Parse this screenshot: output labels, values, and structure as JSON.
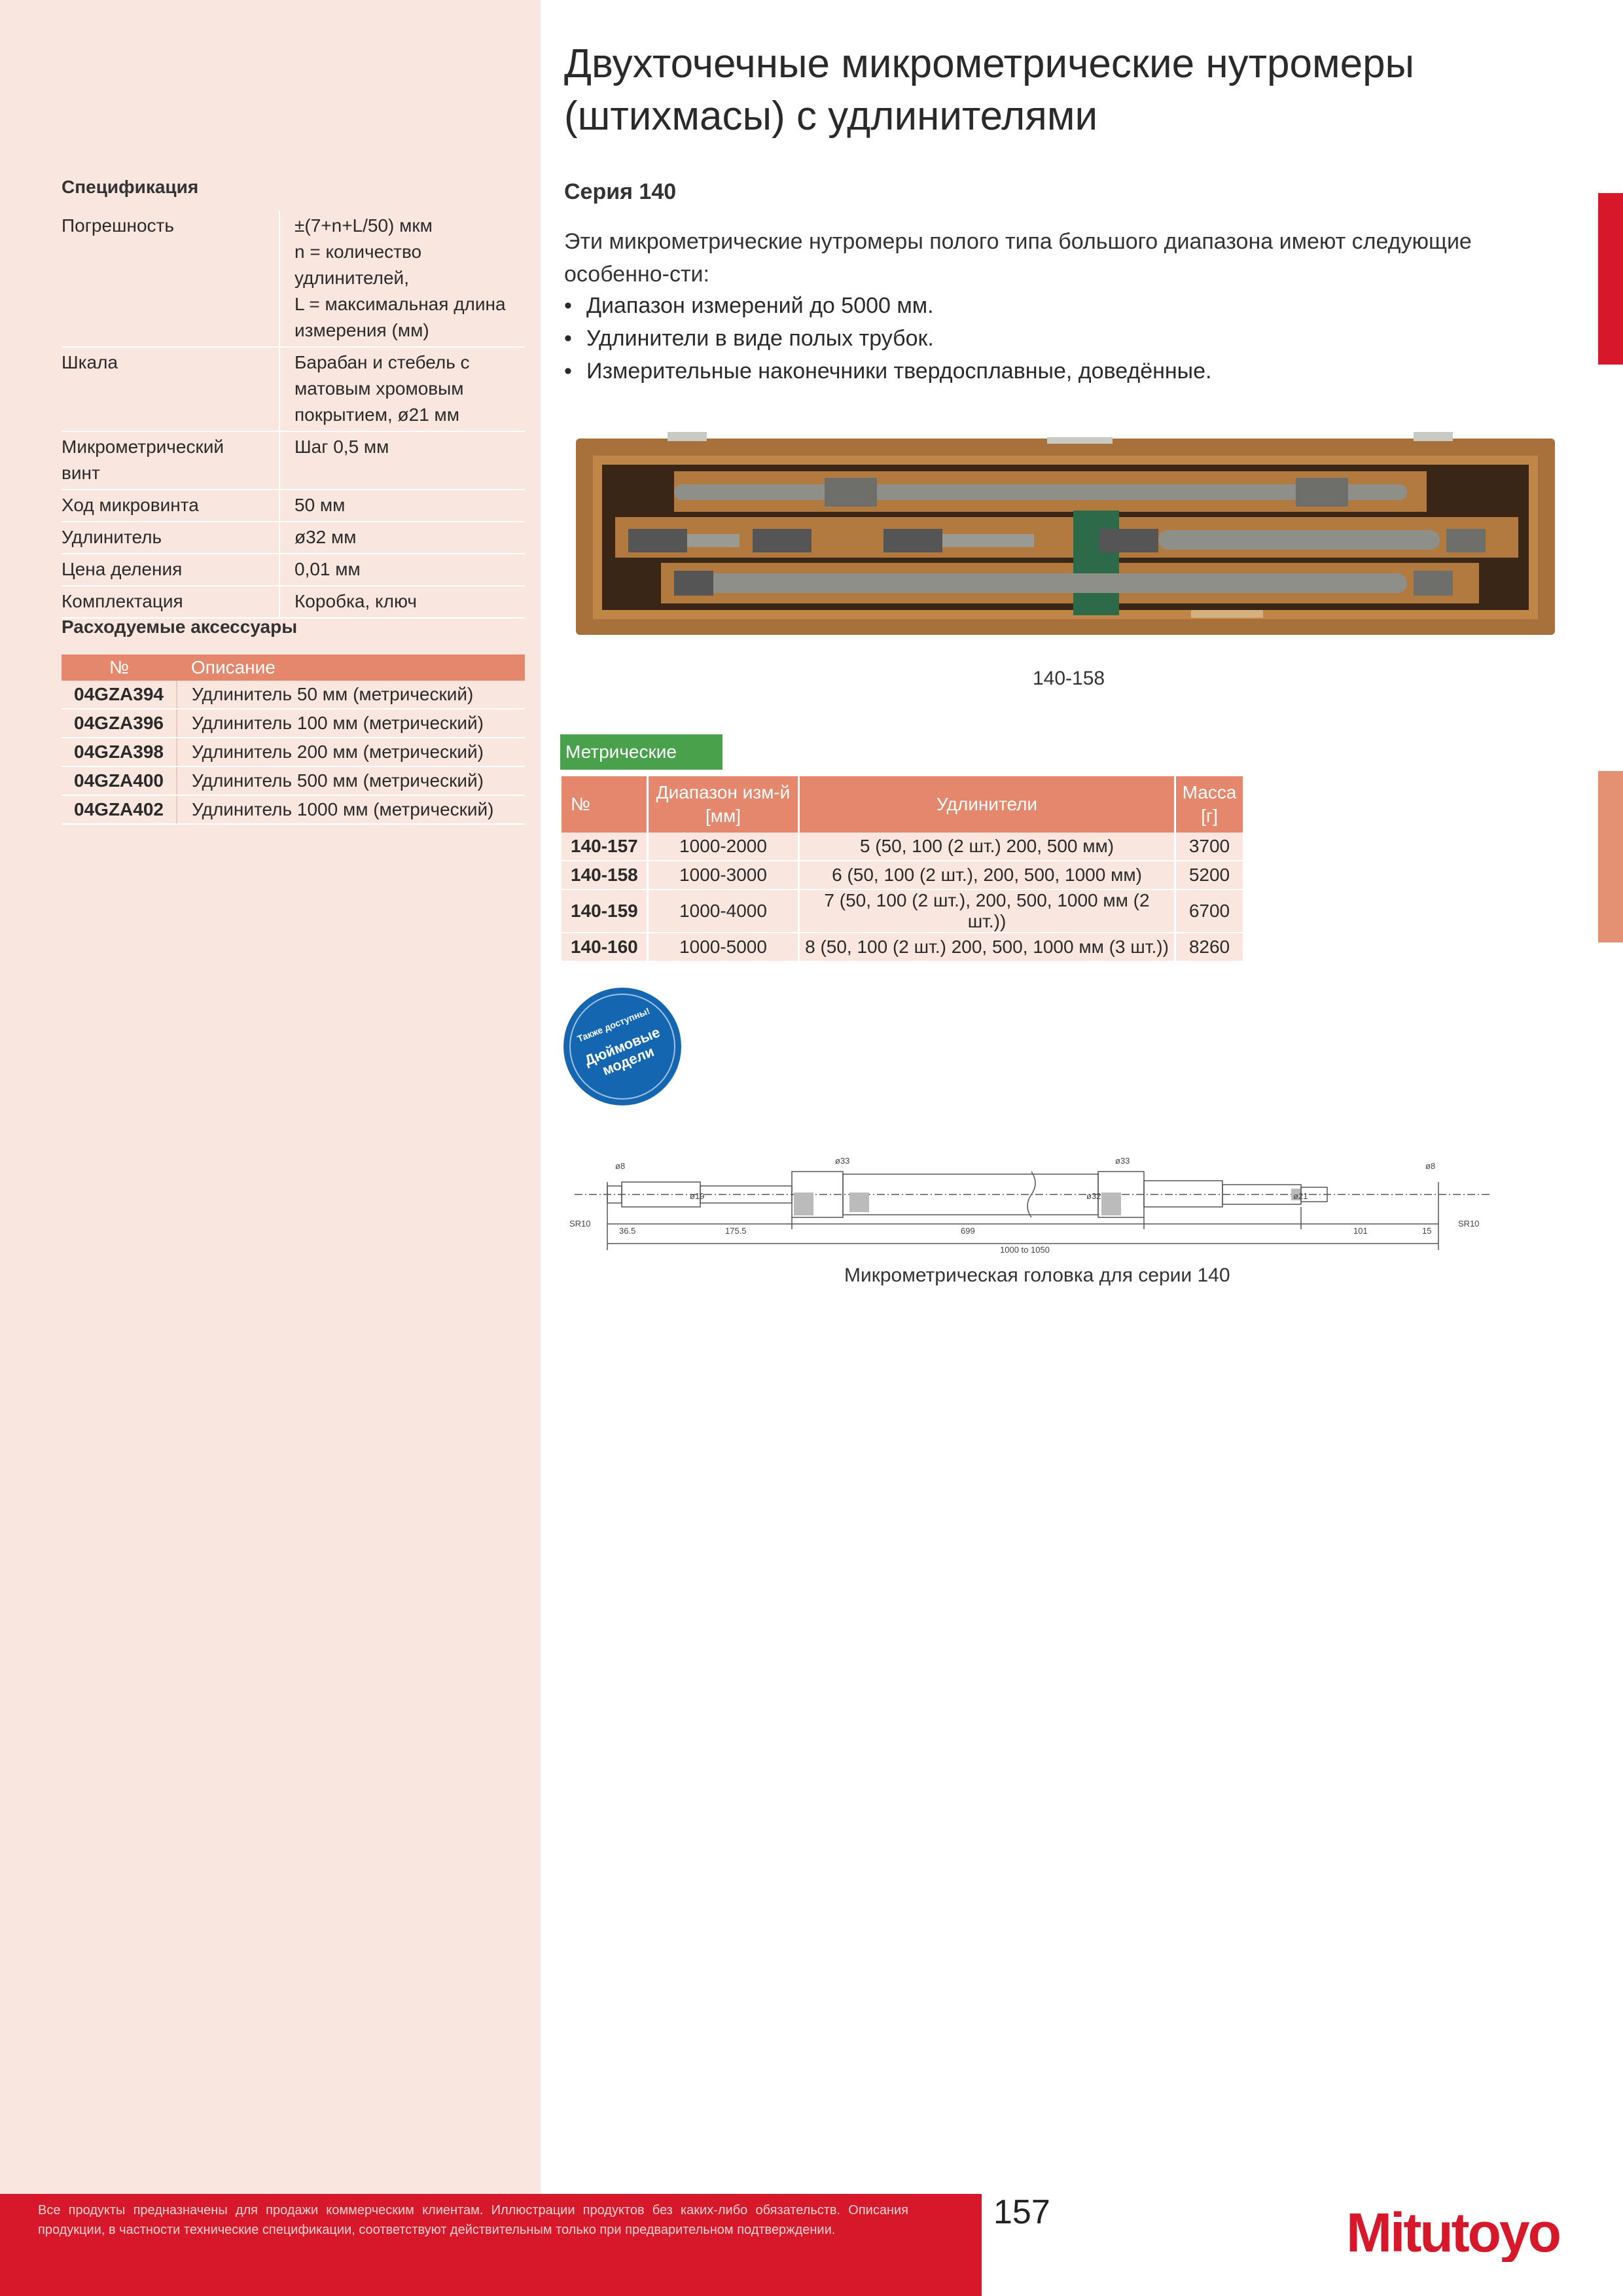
{
  "title_line1": "Двухточечные микрометрические нутромеры",
  "title_line2": "(штихмасы) с удлинителями",
  "series": "Серия 140",
  "intro": "Эти микрометрические нутромеры полого типа большого диапазона имеют следующие особенно-сти:",
  "bullets": [
    "Диапазон измерений до 5000 мм.",
    "Удлинители в виде полых трубок.",
    "Измерительные наконечники твердосплавные, доведённые."
  ],
  "photo_caption": "140-158",
  "spec": {
    "title": "Спецификация",
    "rows": [
      {
        "k": "Погрешность",
        "v": "±(7+n+L/50) мкм\nn = количество\nудлинителей,\nL = максимальная длина\nизмерения (мм)"
      },
      {
        "k": "Шкала",
        "v": "Барабан и стебель с\nматовым хромовым\nпокрытием, ø21 мм"
      },
      {
        "k": "Микрометрический\nвинт",
        "v": "Шаг 0,5 мм"
      },
      {
        "k": "Ход микровинта",
        "v": "50 мм"
      },
      {
        "k": "Удлинитель",
        "v": "ø32 мм"
      },
      {
        "k": "Цена деления",
        "v": "0,01 мм"
      },
      {
        "k": "Комплектация",
        "v": "Коробка, ключ"
      }
    ]
  },
  "accessories": {
    "title": "Расходуемые аксессуары",
    "headers": [
      "№",
      "Описание"
    ],
    "rows": [
      {
        "code": "04GZA394",
        "desc": "Удлинитель 50 мм (метрический)"
      },
      {
        "code": "04GZA396",
        "desc": "Удлинитель 100 мм (метрический)"
      },
      {
        "code": "04GZA398",
        "desc": "Удлинитель 200 мм (метрический)"
      },
      {
        "code": "04GZA400",
        "desc": "Удлинитель 500 мм (метрический)"
      },
      {
        "code": "04GZA402",
        "desc": "Удлинитель 1000 мм (метрический)"
      }
    ]
  },
  "metric": {
    "label": "Метрические",
    "headers": {
      "no": "№",
      "range": "Диапазон изм-й\n[мм]",
      "ext": "Удлинители",
      "mass": "Масса\n[г]"
    },
    "rows": [
      {
        "no": "140-157",
        "range": "1000-2000",
        "ext": "5 (50, 100 (2 шт.) 200, 500 мм)",
        "mass": "3700"
      },
      {
        "no": "140-158",
        "range": "1000-3000",
        "ext": "6 (50, 100 (2 шт.), 200, 500, 1000 мм)",
        "mass": "5200"
      },
      {
        "no": "140-159",
        "range": "1000-4000",
        "ext": "7 (50, 100 (2 шт.), 200, 500, 1000 мм (2 шт.))",
        "mass": "6700"
      },
      {
        "no": "140-160",
        "range": "1000-5000",
        "ext": "8 (50, 100 (2 шт.) 200, 500, 1000 мм (3 шт.))",
        "mass": "8260"
      }
    ]
  },
  "badge": {
    "top": "Также доступны!",
    "main1": "Дюймовые",
    "main2": "модели"
  },
  "drawing": {
    "caption": "Микрометрическая головка для серии 140",
    "dims": [
      "ø8",
      "ø19",
      "ø33",
      "ø32",
      "ø33",
      "ø21",
      "ø8",
      "SR10",
      "36.5",
      "175.5",
      "699",
      "101",
      "15",
      "SR10",
      "1000 to 1050"
    ]
  },
  "footer": {
    "disclaimer": "Все продукты предназначены для продажи коммерческим клиентам. Иллюстрации продуктов без каких-либо обязательств. Описания продукции, в частности технические спецификации, соответствуют действительным только при предварительном подтверждении.",
    "page": "157",
    "logo": "Mitutoyo"
  },
  "colors": {
    "accent_red": "#d7182a",
    "salmon": "#e4876c",
    "green": "#4aa14c",
    "sidebar_bg": "#f9e6df",
    "badge_blue": "#1566b0"
  }
}
